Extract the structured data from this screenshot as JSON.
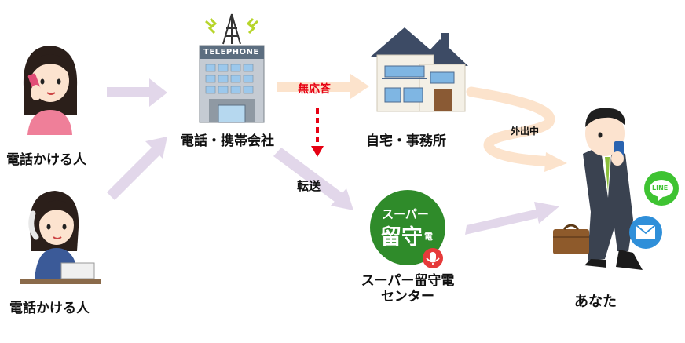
{
  "nodes": {
    "caller_top": "電話かける人",
    "caller_bottom": "電話かける人",
    "carrier": "電話・携帯会社",
    "home_office": "自宅・事務所",
    "center_line1": "スーパー留守電",
    "center_line2": "センター",
    "you": "あなた"
  },
  "edges": {
    "no_answer": "無応答",
    "forward": "転送",
    "out": "外出中"
  },
  "building_sign": "TELEPHONE",
  "logo": {
    "line1": "スーパー",
    "line2": "留守",
    "line2_small": "電"
  },
  "app_icons": {
    "line": "LINE",
    "mail": "mail-icon"
  },
  "colors": {
    "arrow_purple": "#e2d7ea",
    "arrow_peach": "#fce3cc",
    "no_answer_red": "#e60012",
    "logo_green": "#2f8b2a",
    "line_green": "#3ec332",
    "mail_blue": "#2f8fd9"
  }
}
